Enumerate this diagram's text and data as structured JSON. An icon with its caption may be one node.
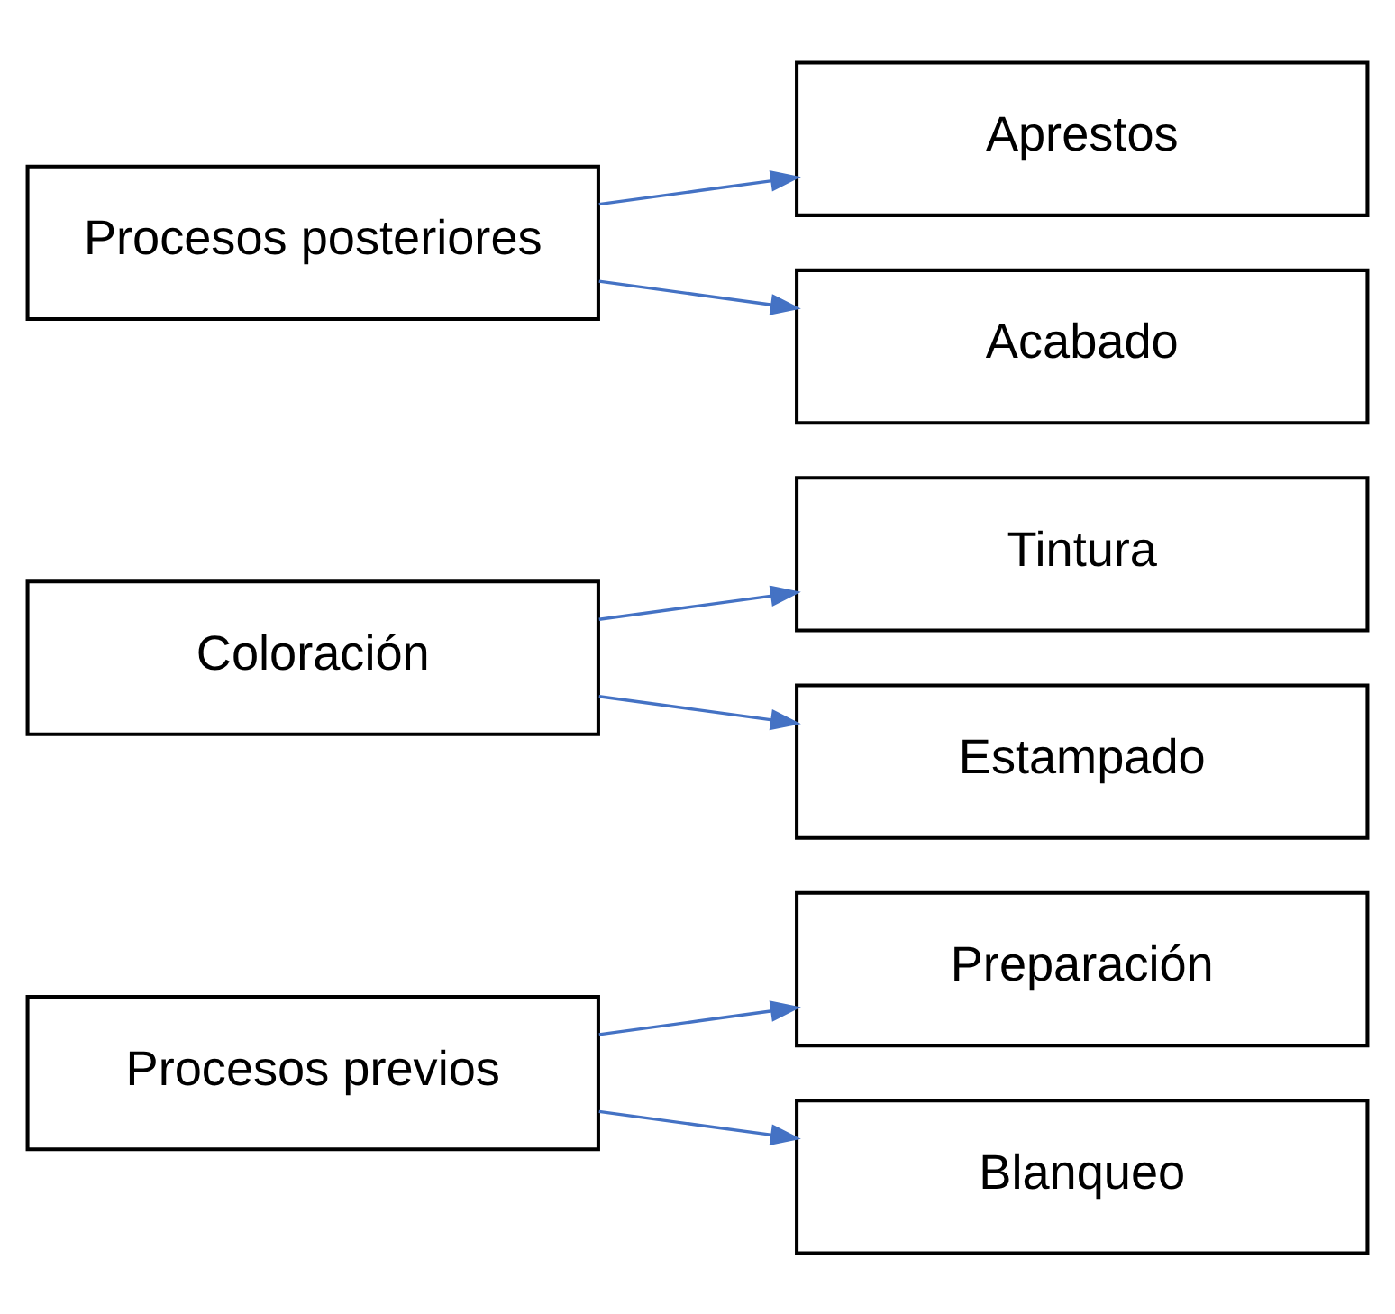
{
  "diagram": {
    "nodes": [
      {
        "text": [
          "Procesos previos"
        ]
      },
      {
        "text": [
          "Preparación"
        ]
      },
      {
        "text": [
          "Blanqueo"
        ]
      },
      {
        "text": [
          "Coloración"
        ]
      },
      {
        "text": [
          "Tintura"
        ]
      },
      {
        "text": [
          "Estampado"
        ]
      },
      {
        "text": [
          "Procesos posteriores"
        ]
      },
      {
        "text": [
          "Aprestos"
        ]
      },
      {
        "text": [
          "Acabado"
        ]
      }
    ],
    "edges": [
      {
        "from": 0,
        "to": 1,
        "arrow": "to"
      },
      {
        "from": 0,
        "to": 2,
        "arrow": "to"
      },
      {
        "from": 3,
        "to": 4,
        "arrow": "to"
      },
      {
        "from": 3,
        "to": 5,
        "arrow": "to"
      },
      {
        "from": 6,
        "to": 7,
        "arrow": "to"
      },
      {
        "from": 6,
        "to": 8,
        "arrow": "to"
      }
    ]
  }
}
